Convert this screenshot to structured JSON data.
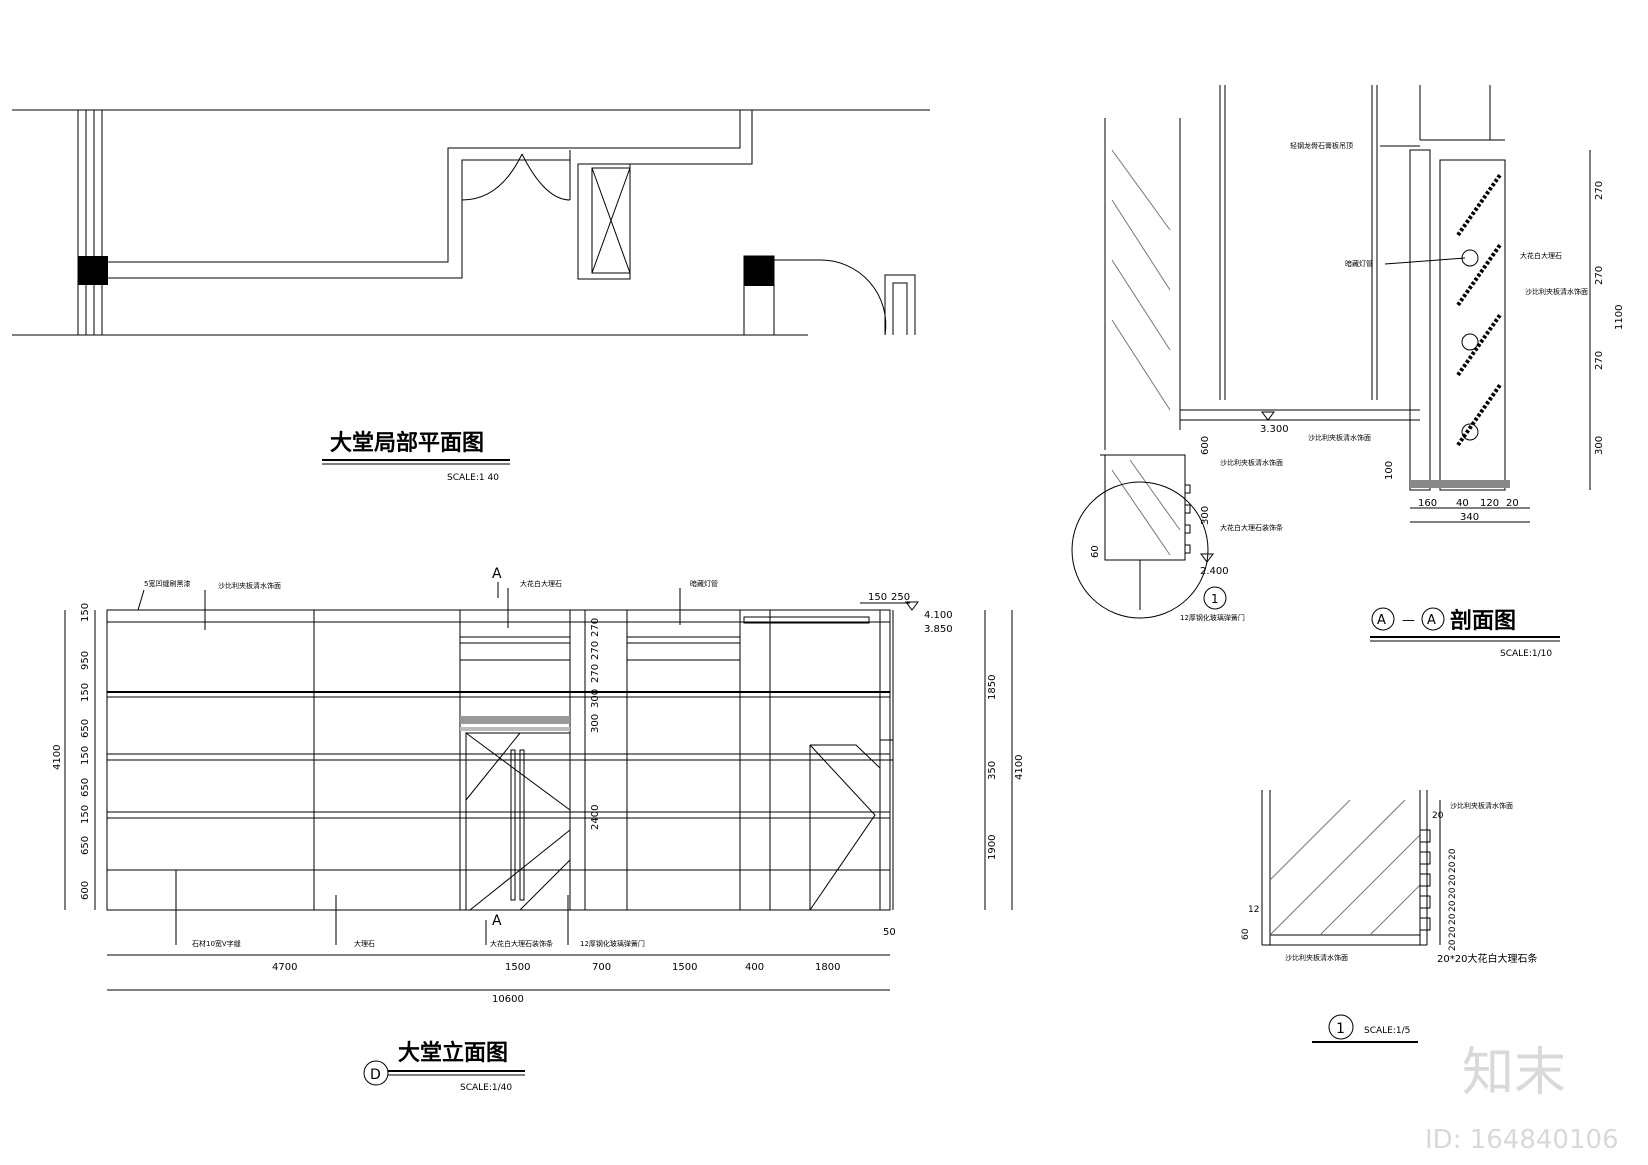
{
  "plan": {
    "title": "大堂局部平面图",
    "scale": "SCALE:1 40"
  },
  "elevation": {
    "title": "大堂立面图",
    "marker": "D",
    "scale": "SCALE:1/40",
    "section_mark": "A",
    "callouts": {
      "groove": "5宽凹缝刷黑漆",
      "wall_finish": "沙比利夹板清水饰面",
      "marble": "大花白大理石",
      "lamp": "暗藏灯管",
      "v_seam": "石材10宽V字缝",
      "stone": "大理石",
      "marble_strip": "大花白大理石装饰条",
      "glass_door": "12厚钢化玻璃弹簧门"
    },
    "left_dims": [
      "150",
      "950",
      "150",
      "650",
      "150",
      "650",
      "150",
      "650",
      "600"
    ],
    "left_total": "4100",
    "mid_dims": [
      "270",
      "270",
      "270",
      "300",
      "300",
      "2400"
    ],
    "right_dims": [
      "1850",
      "350",
      "1900"
    ],
    "right_total": "4100",
    "top_dims": [
      "150",
      "250"
    ],
    "levels": [
      "4.100",
      "3.850"
    ],
    "bottom_dims": [
      "4700",
      "1500",
      "700",
      "1500",
      "400",
      "1800"
    ],
    "bottom_total": "10600",
    "small_dim": "50"
  },
  "section": {
    "title": "剖面图",
    "marker_left": "A",
    "marker_right": "A",
    "dash": "—",
    "scale": "SCALE:1/10",
    "callouts": {
      "ceiling": "轻钢龙骨石膏板吊顶",
      "lamp": "暗藏灯管",
      "marble": "大花白大理石",
      "wall_finish": "沙比利夹板清水饰面",
      "wall_finish2": "沙比利夹板清水饰面",
      "wall_finish3": "沙比利夹板清水饰面",
      "marble_strip": "大花白大理石装饰条",
      "glass_door": "12厚钢化玻璃弹簧门"
    },
    "levels": [
      "3.300",
      "2.400"
    ],
    "right_dims": [
      "270",
      "270",
      "270",
      "300"
    ],
    "right_total": "1100",
    "bottom_dims": [
      "160",
      "40",
      "120",
      "20"
    ],
    "bottom_total": "340",
    "left_dims": [
      "600",
      "300",
      "100",
      "60"
    ],
    "detail_ref": "1"
  },
  "detail": {
    "marker": "1",
    "scale": "SCALE:1/5",
    "callouts": {
      "top": "沙比利夹板清水饰面",
      "bottom": "沙比利夹板清水饰面",
      "strip": "20*20大花白大理石条"
    },
    "dims": [
      "20",
      "20",
      "20",
      "20",
      "20",
      "20",
      "20",
      "20",
      "20"
    ],
    "left_dims": [
      "12",
      "60"
    ]
  },
  "watermark": {
    "brand": "知末",
    "id": "ID: 164840106"
  }
}
